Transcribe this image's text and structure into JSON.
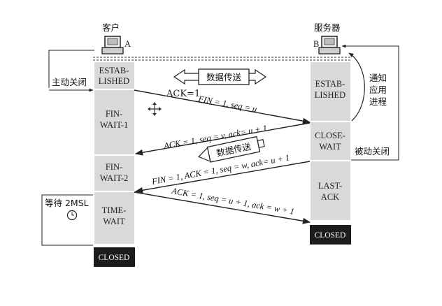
{
  "client": {
    "title": "客户",
    "tag": "A"
  },
  "server": {
    "title": "服务器",
    "tag": "B"
  },
  "client_states": {
    "established": [
      "ESTAB-",
      "LISHED"
    ],
    "fin_wait_1": [
      "FIN-",
      "WAIT-1"
    ],
    "fin_wait_2": [
      "FIN-",
      "WAIT-2"
    ],
    "time_wait": [
      "TIME-",
      "WAIT"
    ],
    "closed": "CLOSED"
  },
  "server_states": {
    "established": [
      "ESTAB-",
      "LISHED"
    ],
    "close_wait": [
      "CLOSE-",
      "WAIT"
    ],
    "last_ack": [
      "LAST-",
      "ACK"
    ],
    "closed": "CLOSED"
  },
  "labels": {
    "active_close": "主动关闭",
    "passive_close": "被动关闭",
    "notify_app": [
      "通知",
      "应用",
      "进程"
    ],
    "wait_2msl": "等待 2MSL",
    "data_transfer_top": "数据传送",
    "data_transfer_mid": "数据传送"
  },
  "messages": {
    "fin1_prefix": "ACK=1",
    "fin1": "FIN = 1, seq = u",
    "ack1": "ACK = 1, seq = v, ack= u + 1",
    "fin2": "FIN = 1, ACK = 1, seq = w, ack= u + 1",
    "ack2": "ACK = 1, seq = u + 1, ack = w + 1"
  },
  "colors": {
    "state_box": "#d9d9d9",
    "closed_box": "#1c1c1c",
    "line": "#222222"
  }
}
